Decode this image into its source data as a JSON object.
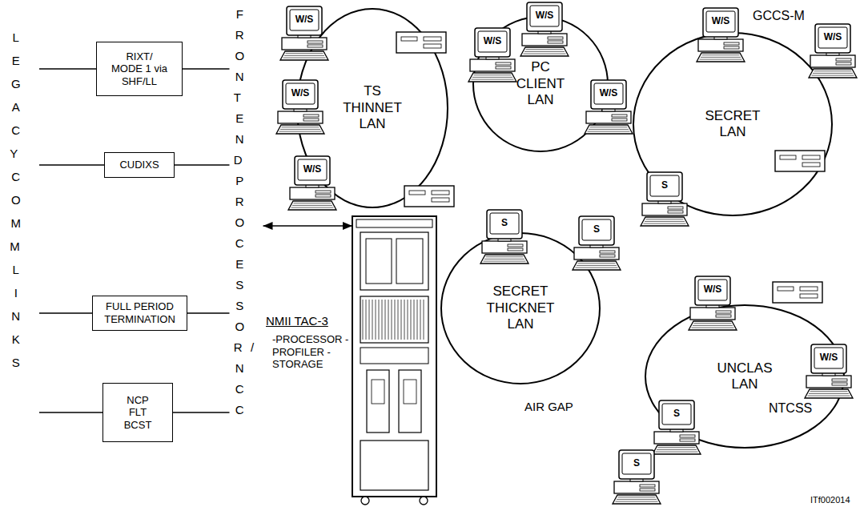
{
  "diagram": {
    "nodes": [
      {
        "text": [
          "LEGACY COMM LINKS"
        ]
      },
      {
        "text": [
          "RIXT/ MODE 1 via SHF/LL"
        ]
      },
      {
        "text": [
          "CUDIXS"
        ]
      },
      {
        "text": [
          "FULL PERIOD TERMINATION"
        ]
      },
      {
        "text": [
          "NCP FLT BCST"
        ]
      },
      {
        "text": [
          "FRONT END PROCESSOR/NCC"
        ]
      },
      {
        "text": [
          "NMII TAC-3",
          "-PROCESSOR -PROFILER -STORAGE"
        ]
      },
      {
        "text": [
          "TS THINNET LAN"
        ]
      },
      {
        "text": [
          "PC CLIENT LAN"
        ]
      },
      {
        "text": [
          "GCCS-M",
          "SECRET LAN"
        ]
      },
      {
        "text": [
          "SECRET THICKNET LAN"
        ]
      },
      {
        "text": [
          "UNCLAS LAN",
          "NTCSS"
        ]
      }
    ],
    "edges": [
      {
        "from": 0,
        "to": 1,
        "arrow": "none"
      },
      {
        "from": 0,
        "to": 2,
        "arrow": "none"
      },
      {
        "from": 0,
        "to": 3,
        "arrow": "none"
      },
      {
        "from": 0,
        "to": 4,
        "arrow": "none"
      },
      {
        "from": 1,
        "to": 5,
        "arrow": "none"
      },
      {
        "from": 2,
        "to": 5,
        "arrow": "none"
      },
      {
        "from": 3,
        "to": 5,
        "arrow": "none"
      },
      {
        "from": 4,
        "to": 5,
        "arrow": "none"
      },
      {
        "from": 5,
        "to": 6,
        "arrow": "both"
      }
    ],
    "labels": [
      "W/S",
      "W/S",
      "W/S",
      "W/S",
      "W/S",
      "W/S",
      "W/S",
      "W/S",
      "S",
      "S",
      "S",
      "W/S",
      "W/S",
      "S",
      "S",
      "AIR GAP",
      "ITf002014"
    ]
  }
}
